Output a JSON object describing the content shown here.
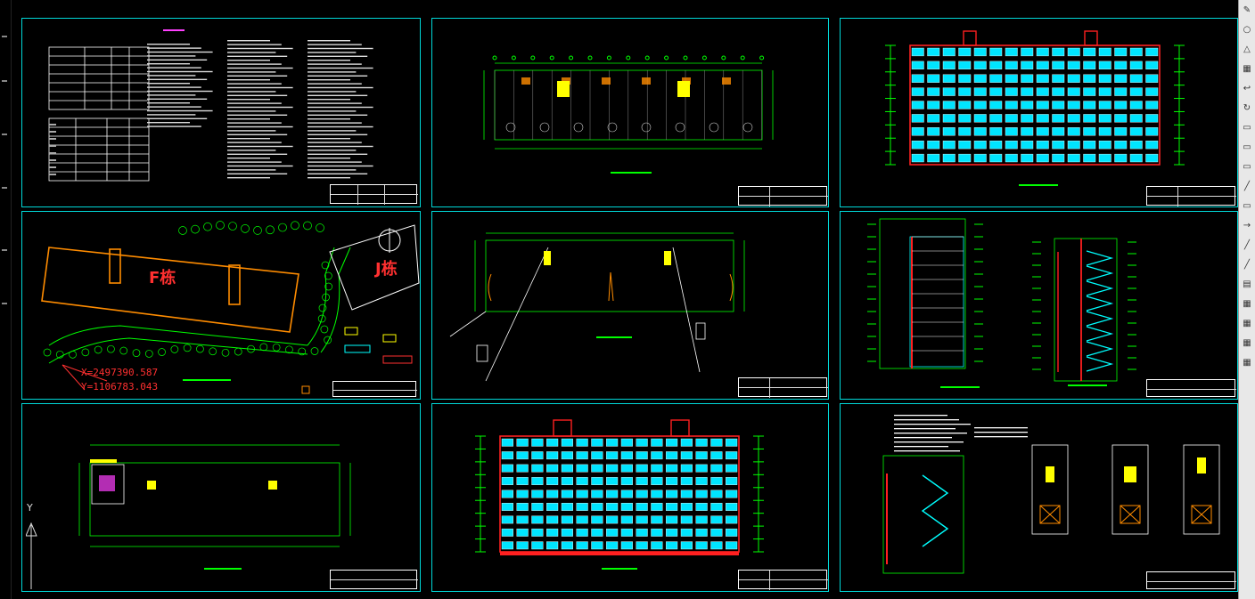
{
  "site_plan": {
    "building_f_label": "F栋",
    "building_j_label": "J栋",
    "coord_x": "X=2497390.587",
    "coord_y": "Y=1106783.043"
  },
  "ucs": {
    "y_axis": "Y"
  },
  "colors": {
    "sheet_border": "#00d8d8",
    "drawing_line": "#00ff00",
    "window_fill": "#00e5ff",
    "outline_red": "#ff2020",
    "highlight_yellow": "#ffff00",
    "orange": "#ff8c00"
  },
  "toolbar": {
    "icons": [
      "pencil-icon",
      "circle-icon",
      "triangle-icon",
      "grid-icon",
      "arrow-icon",
      "rotate-icon",
      "rect-icon",
      "rect-icon",
      "rect-icon",
      "line-icon",
      "rect-icon",
      "arrow-right-icon",
      "line-icon",
      "line-icon",
      "fill-icon",
      "grid-icon",
      "grid-icon",
      "grid-icon",
      "grid-icon"
    ]
  }
}
